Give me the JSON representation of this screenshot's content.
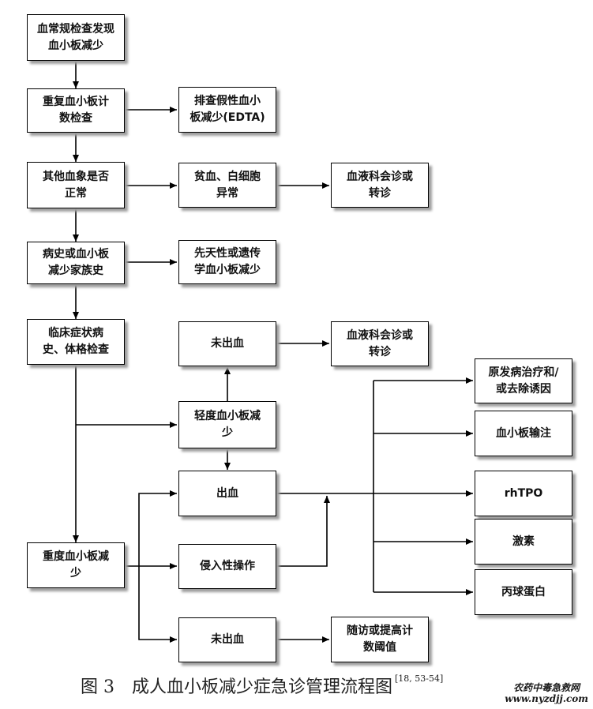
{
  "nodes": {
    "n1": "血常规检查发现\n血小板减少",
    "n2": "重复血小板计\n数检查",
    "n3": "排查假性血小\n板减少(EDTA)",
    "n4": "其他血象是否\n正常",
    "n5": "贫血、白细胞\n异常",
    "n6": "血液科会诊或\n转诊",
    "n7": "病史或血小板\n减少家族史",
    "n8": "先天性或遗传\n学血小板减少",
    "n9": "临床症状病\n史、体格检查",
    "n10": "未出血",
    "n11": "血液科会诊或\n转诊",
    "n12": "轻度血小板减\n少",
    "n13": "出血",
    "n14": "重度血小板减\n少",
    "n15": "侵入性操作",
    "n16": "未出血",
    "n17": "随访或提高计\n数阈值",
    "t1": "原发病治疗和/\n或去除诱因",
    "t2": "血小板输注",
    "t3": "rhTPO",
    "t4": "激素",
    "t5": "丙球蛋白"
  },
  "caption": {
    "text": "图 3　成人血小板减少症急诊管理流程图",
    "ref": "[18, 53-54]"
  },
  "watermark": {
    "name": "农药中毒急救网",
    "url": "www.nyzdjj.com"
  }
}
